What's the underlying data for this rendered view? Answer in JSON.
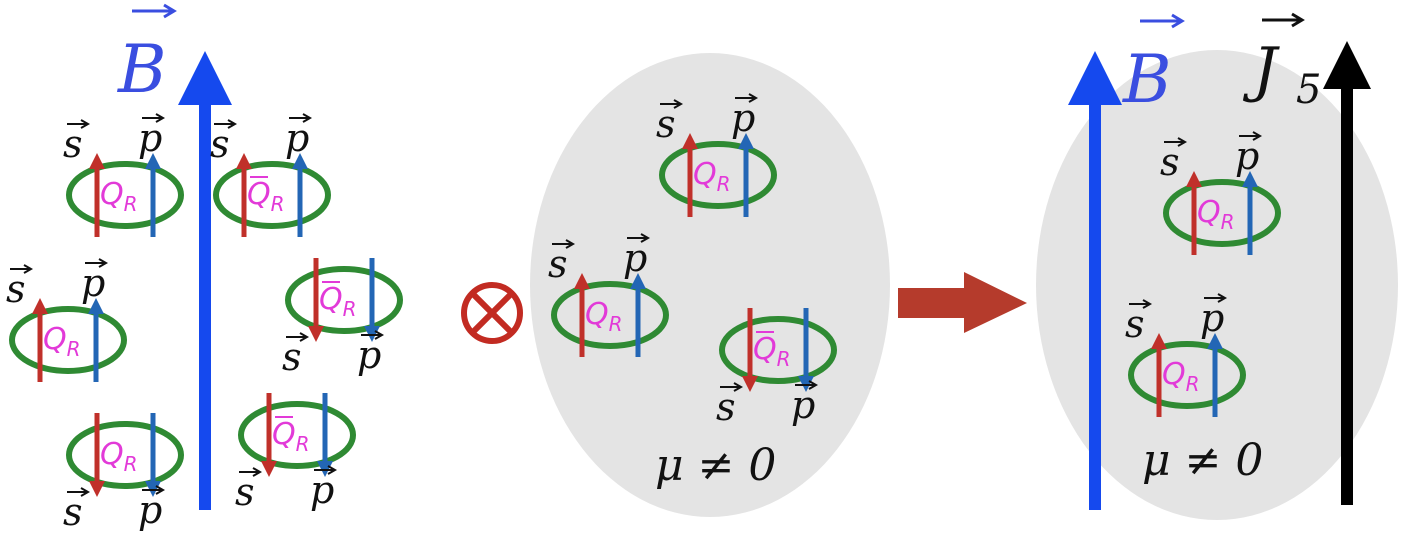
{
  "colors": {
    "magnetic_field_arrow": "#1549ee",
    "field_label": "#3a4ee0",
    "axial_current_arrow": "#000000",
    "spin_arrow": "#c0302a",
    "momentum_arrow": "#2366b5",
    "quark_ring": "#2f8a33",
    "quark_label": "#e23ad8",
    "plasma_region": "#e4e4e4",
    "tensor_symbol": "#c22b22",
    "process_arrow": "#b53b2c",
    "text": "#111111"
  },
  "symbols": {
    "field_B": "B",
    "current_J": "J",
    "current_subscript": "5",
    "spin": "s",
    "momentum": "p",
    "quark_letter": "Q",
    "quark_subscript": "R",
    "tensor_product": "⊗",
    "chem_potential": "μ ≠ 0"
  },
  "panels": {
    "left": {
      "particles": [
        {
          "type": "quark",
          "spin": "up",
          "momentum": "up"
        },
        {
          "type": "antiquark",
          "spin": "up",
          "momentum": "up"
        },
        {
          "type": "quark",
          "spin": "up",
          "momentum": "up"
        },
        {
          "type": "antiquark",
          "spin": "down",
          "momentum": "down"
        },
        {
          "type": "quark",
          "spin": "down",
          "momentum": "down"
        },
        {
          "type": "antiquark",
          "spin": "down",
          "momentum": "down"
        }
      ]
    },
    "middle": {
      "particles": [
        {
          "type": "quark",
          "spin": "up",
          "momentum": "up"
        },
        {
          "type": "quark",
          "spin": "up",
          "momentum": "up"
        },
        {
          "type": "antiquark",
          "spin": "down",
          "momentum": "down"
        }
      ]
    },
    "right": {
      "particles": [
        {
          "type": "quark",
          "spin": "up",
          "momentum": "up"
        },
        {
          "type": "quark",
          "spin": "up",
          "momentum": "up"
        }
      ]
    }
  }
}
